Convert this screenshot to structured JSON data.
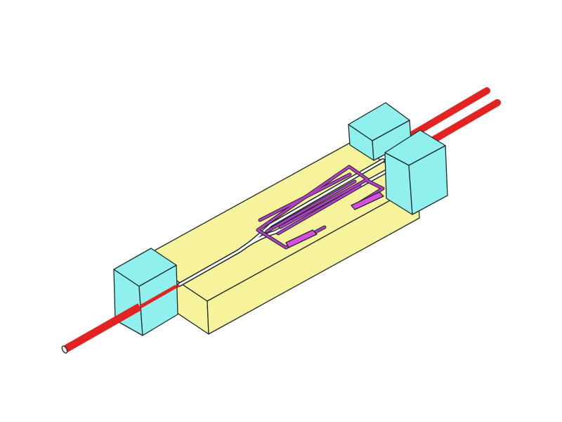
{
  "diagram": {
    "title": "",
    "colors": {
      "substrate": "#f6f39c",
      "fiber_block": "#8ff0ee",
      "fiber": "#e32222",
      "electrode": "#b23cc4",
      "electrode_pad": "#d84fe0",
      "outline": "#1e2a2a",
      "waveguide": "#ffffff"
    },
    "components": [
      "substrate",
      "input-fiber",
      "output-fiber-1",
      "output-fiber-2",
      "fiber-block-left",
      "fiber-block-right-back",
      "fiber-block-right-front",
      "y-branch-waveguide",
      "electrodes",
      "electrode-pads"
    ]
  }
}
